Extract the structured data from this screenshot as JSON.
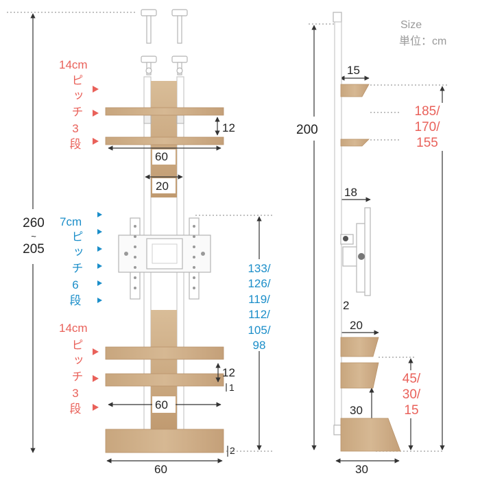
{
  "size_label": {
    "line1": "Size",
    "line2": "単位：cm"
  },
  "front": {
    "total_height": {
      "top": "260",
      "mid": "~",
      "bottom": "205"
    },
    "upper_group": {
      "pitch_value": "14cm",
      "pitch_lines": [
        "ピ",
        "ッ",
        "チ",
        "3",
        "段"
      ],
      "pitch_word": "ピッチ",
      "steps_num": "3",
      "steps_word": "段",
      "gap": "12",
      "shelf_width": "60",
      "pole_width": "20"
    },
    "tv_group": {
      "pitch_value": "7cm",
      "pitch_word": "ピッチ",
      "steps_num": "6",
      "steps_word": "段",
      "heights": [
        "133/",
        "126/",
        "119/",
        "112/",
        "105/",
        "98"
      ]
    },
    "lower_group": {
      "pitch_value": "14cm",
      "pitch_word": "ピッチ",
      "steps_num": "3",
      "steps_word": "段",
      "gap": "12",
      "thickness": "1",
      "shelf_width": "60"
    },
    "base_thickness": "2",
    "base_width": "60"
  },
  "side": {
    "height": "200",
    "upper_depth": "15",
    "upper_heights": [
      "185/",
      "170/",
      "155"
    ],
    "tv_depth": "18",
    "tv_gap": "2",
    "lower_depth": "20",
    "lower_heights": [
      "45/",
      "30/",
      "15"
    ],
    "floor_shelf_height": "30",
    "base_depth": "30"
  },
  "colors": {
    "wood": "#cfb08a",
    "wood_dark": "#b99670",
    "frame": "#ffffff",
    "frame_stroke": "#c8c8c8",
    "pitch_red": "#e9615a",
    "pitch_blue": "#1b8ec9",
    "guide": "#9b9b9b"
  }
}
